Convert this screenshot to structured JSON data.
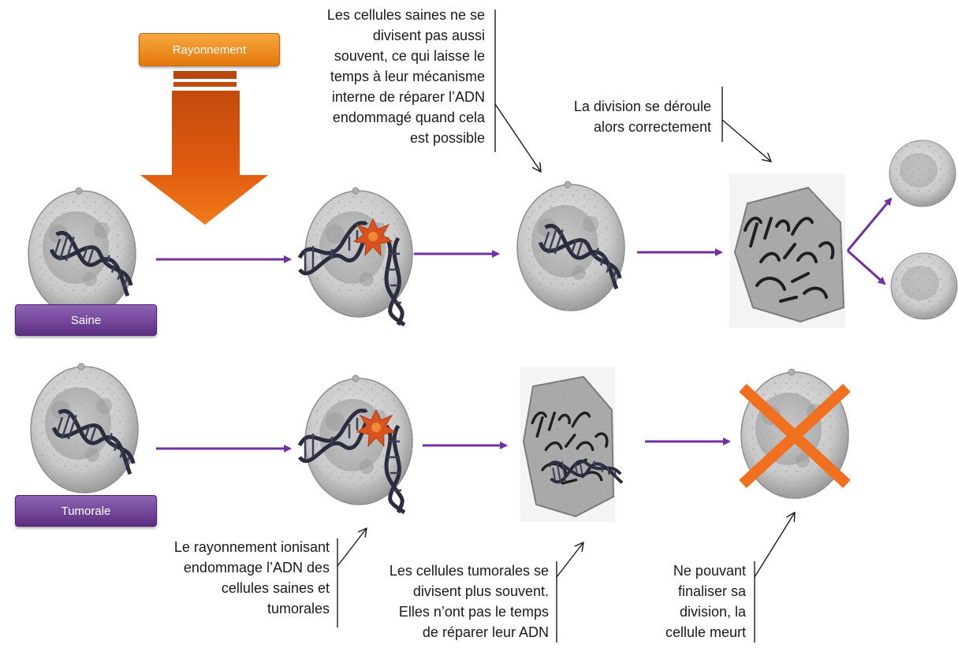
{
  "labels": {
    "radiation": "Rayonnement",
    "healthy": "Saine",
    "tumor": "Tumorale"
  },
  "notes": {
    "healthy_repair": "Les cellules saines ne se\ndivisent pas aussi\nsouvent, ce qui laisse le\ntemps à leur mécanisme\ninterne de réparer l’ADN\nendommagé quand cela\nest possible",
    "division_ok": "La division se déroule\nalors correctement",
    "radiation_damage": "Le rayonnement ionisant\nendommage l’ADN des\ncellules saines et\ntumorales",
    "tumor_divide": "Les cellules tumorales se\ndivisent plus souvent.\nElles n’ont pas le temps\nde réparer leur ADN",
    "cell_dies": "Ne pouvant\nfinaliser sa\ndivision, la\ncellule meurt"
  },
  "colors": {
    "arrow_purple": "#7030a0",
    "radiation_orange": "#e05a10",
    "cross_orange": "#f07020",
    "burst": "#d9531e"
  }
}
